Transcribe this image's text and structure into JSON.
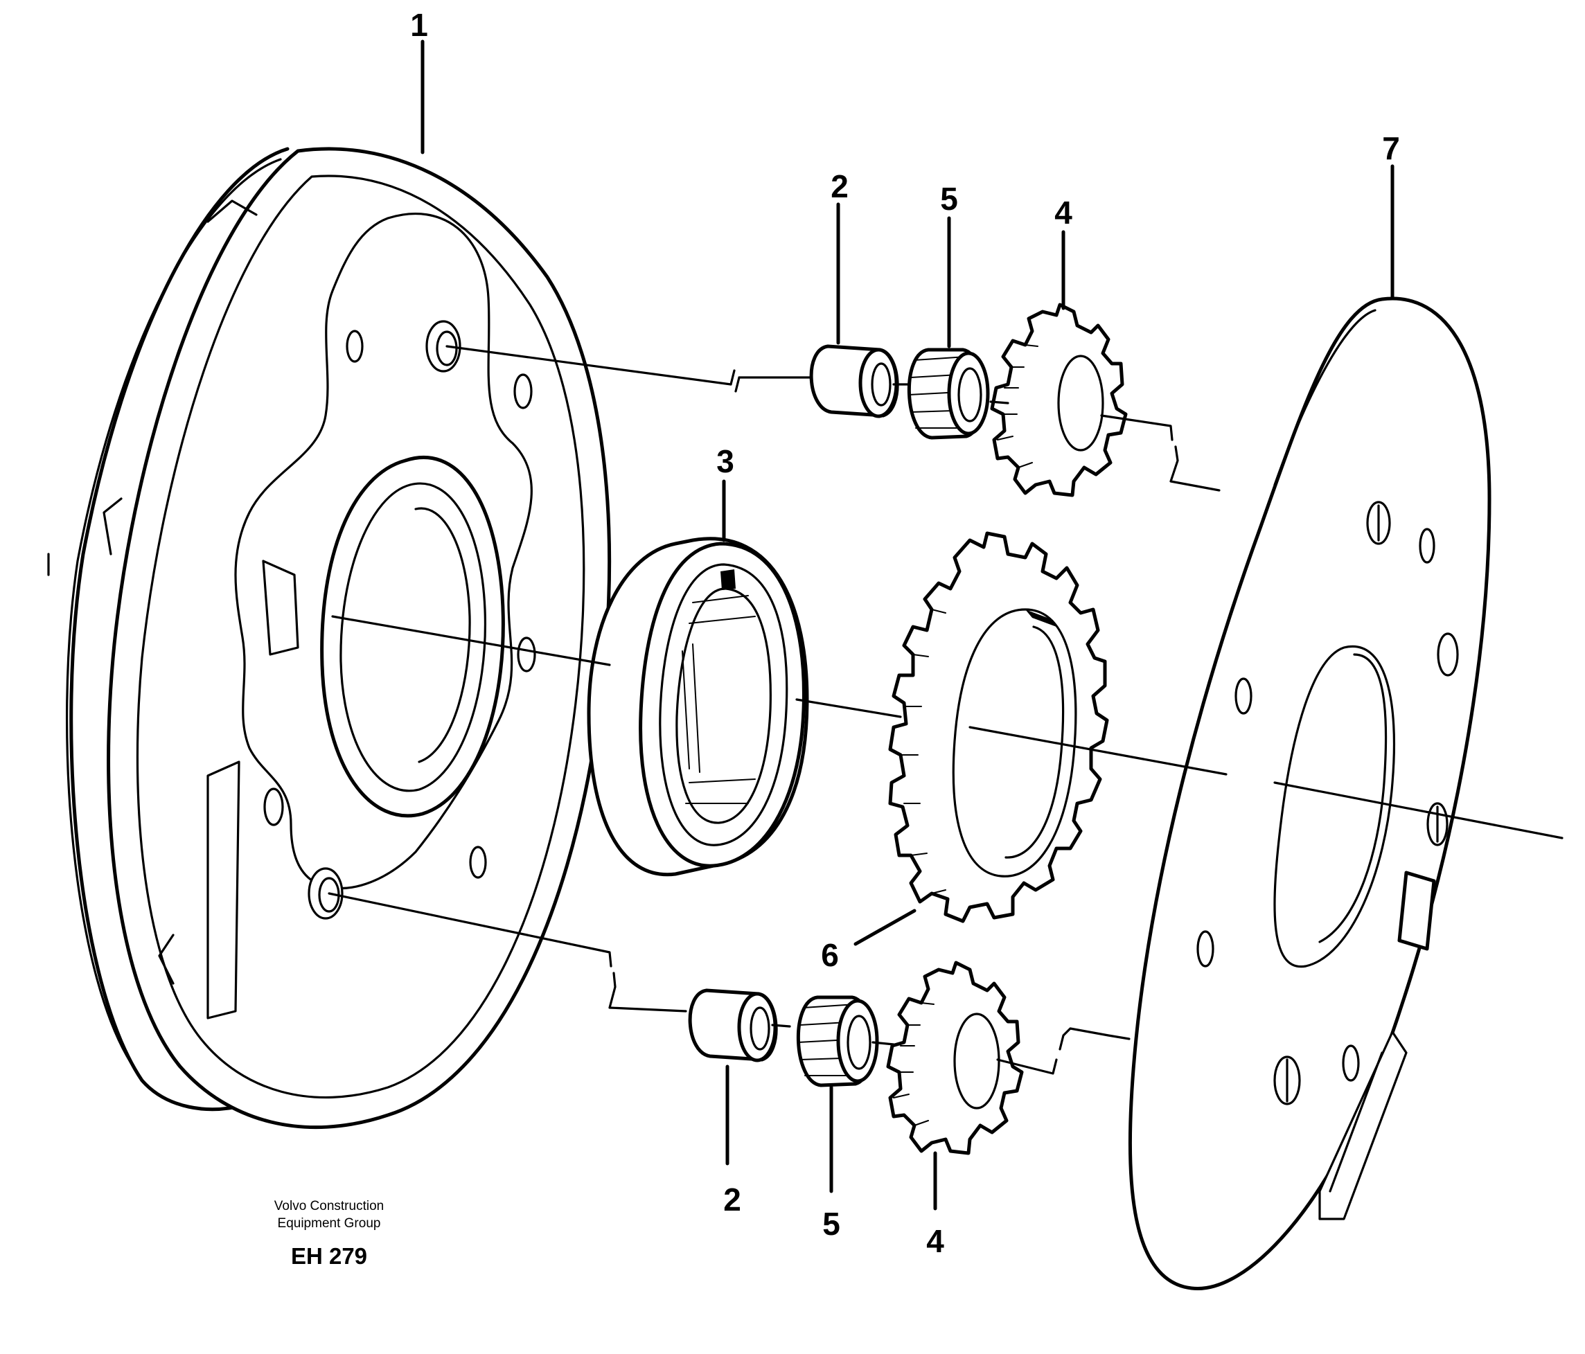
{
  "diagram": {
    "callouts": {
      "c1": "1",
      "c2_top": "2",
      "c5_top": "5",
      "c4_top": "4",
      "c7": "7",
      "c3": "3",
      "c6": "6",
      "c2_bottom": "2",
      "c5_bottom": "5",
      "c4_bottom": "4"
    },
    "credit": {
      "line1": "Volvo Construction",
      "line2": "Equipment Group",
      "code": "EH 279"
    }
  }
}
